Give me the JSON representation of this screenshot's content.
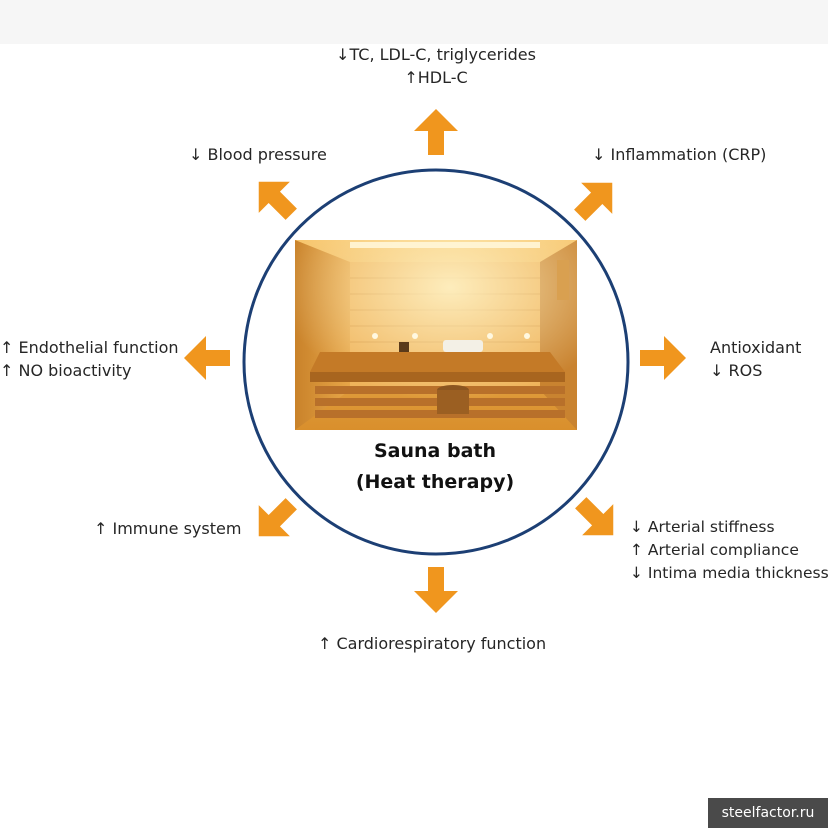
{
  "center": {
    "title_line1": "Sauna bath",
    "title_line2": "(Heat therapy)",
    "photo": "sauna-room-photo"
  },
  "effects": {
    "top": {
      "line1": "↓TC, LDL-C, triglycerides",
      "line2": "↑HDL-C"
    },
    "top_left": {
      "line1": "↓ Blood pressure"
    },
    "top_right": {
      "line1": "↓ Inflammation (CRP)"
    },
    "left": {
      "line1": "↑ Endothelial function",
      "line2": "↑ NO bioactivity"
    },
    "right": {
      "line1": "Antioxidant",
      "line2": "↓ ROS"
    },
    "bottom_left": {
      "line1": "↑ Immune system"
    },
    "bottom_right": {
      "line1": "↓ Arterial stiffness",
      "line2": "↑ Arterial compliance",
      "line3": "↓ Intima media thickness"
    },
    "bottom": {
      "line1": "↑ Cardiorespiratory function"
    }
  },
  "colors": {
    "arrow": "#F0961E",
    "circle": "#1C3F74"
  },
  "watermark": "steelfactor.ru"
}
